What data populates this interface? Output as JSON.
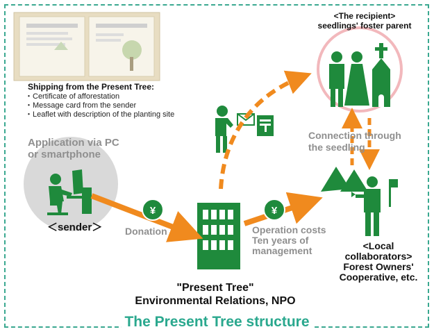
{
  "title": "The Present Tree structure",
  "shipping": {
    "heading": "Shipping from the Present Tree:",
    "items": [
      "Certificate of afforestation",
      "Message card from the sender",
      "Leaflet with description of the planting site"
    ]
  },
  "application": {
    "line1": "Application via PC",
    "line2": "or smartphone"
  },
  "sender_label": "＜sender＞",
  "donation_label": "Donation",
  "operation": {
    "line1": "Operation costs",
    "line2": "Ten years of",
    "line3": "management"
  },
  "npo": {
    "line1": "\"Present Tree\"",
    "line2": "Environmental Relations, NPO"
  },
  "local": {
    "line1": "<Local",
    "line2": "collaborators>",
    "line3": "Forest Owners'",
    "line4": "Cooperative, etc."
  },
  "recipient": {
    "line1": "<The recipient>",
    "line2": "seedlings' foster parent"
  },
  "connection": {
    "line1": "Connection through",
    "line2": "the seedling"
  },
  "yen_symbol": "¥",
  "colors": {
    "green": "#1f8a3c",
    "orange": "#f08a1e",
    "teal_border": "#3aa890",
    "pink_circle": "#f2b8bc"
  }
}
